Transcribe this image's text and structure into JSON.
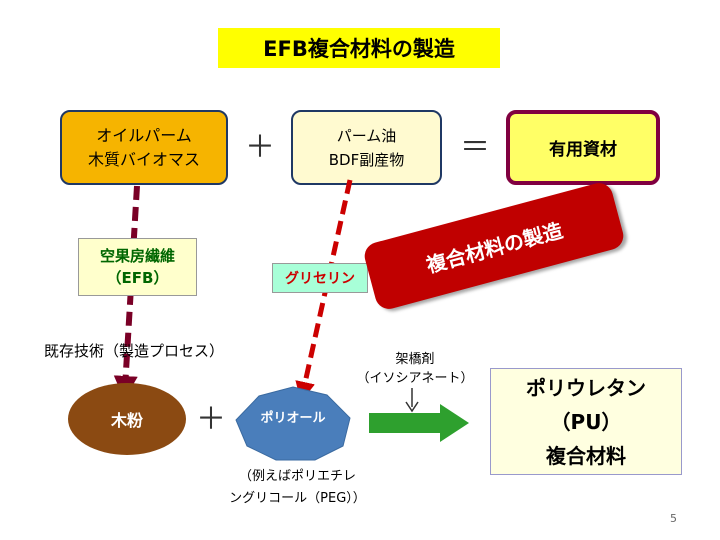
{
  "title": "EFB複合材料の製造",
  "oil_palm_box": {
    "line1": "オイルパーム",
    "line2": "木質バイオマス"
  },
  "palm_oil_box": {
    "line1": "パーム油",
    "line2": "BDF副産物"
  },
  "useful_box": {
    "label": "有用資材"
  },
  "plus_symbol": "＋",
  "equals_symbol": "＝",
  "efb_box": {
    "line1": "空果房繊維",
    "line2": "（EFB）"
  },
  "glycerin_box": {
    "label": "グリセリン"
  },
  "banner": {
    "label": "複合材料の製造"
  },
  "existing_tech": "既存技術（製造プロセス）",
  "crosslinker": {
    "line1": "架橋剤",
    "line2": "（イソシアネート）"
  },
  "wood_powder": {
    "label": "木粉"
  },
  "polyol": {
    "label": "ポリオール"
  },
  "pu_box": {
    "line1": "ポリウレタン",
    "line2": "（PU）",
    "line3": "複合材料"
  },
  "peg_note": {
    "line1": "（例えばポリエチレ",
    "line2": "ングリコール（PEG））"
  },
  "page_number": "5",
  "colors": {
    "title_bg": "#ffff00",
    "oil_box": "#f6b400",
    "palm_box": "#fffad0",
    "useful_box": "#ffff66",
    "useful_border": "#800040",
    "banner": "#c00000",
    "arrow_dashed": "#7a0026",
    "efb_text": "#006600",
    "glycerin_bg": "#a8ffd8",
    "glycerin_text": "#cc0000",
    "wood": "#8b4a12",
    "polyol": "#4a7ebb",
    "green_arrow": "#2ea02e",
    "pu_bg": "#ffffe0"
  }
}
